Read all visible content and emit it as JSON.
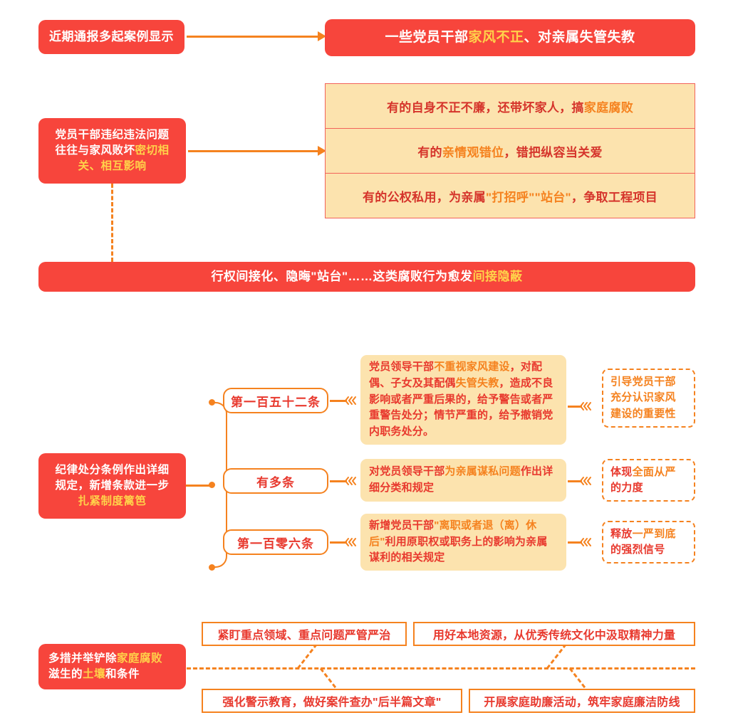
{
  "theme": {
    "red": "#F7453C",
    "orange": "#F5821F",
    "yellow_highlight": "#FFD24A",
    "beige": "#FCE3AE",
    "dark_red_text": "#D5342B"
  },
  "section1": {
    "source_label": "近期通报多起案例显示",
    "banner": {
      "pre": "一些党员干部",
      "highlight": "家风不正",
      "post": "、对亲属失管失教"
    }
  },
  "section2": {
    "left_box": {
      "line1": "党员干部违纪违法问题",
      "line2": "往往与家风败坏",
      "highlight1": "密切相",
      "highlight2": "关、相互影响"
    },
    "items": [
      {
        "pre": "有的自身不正不廉，还带坏家人，搞",
        "highlight": "家庭腐败",
        "post": ""
      },
      {
        "pre": "有的",
        "highlight": "亲情观错位",
        "post": "，错把纵容当关爱"
      },
      {
        "pre": "有的公权私用，为亲属",
        "highlight": "\"打招呼\"\"站台\"",
        "post": "，争取工程项目"
      }
    ],
    "summary_banner": {
      "pre": "行权间接化、隐晦\"站台\"……这类腐败行为愈发",
      "highlight": "间接隐蔽",
      "post": ""
    }
  },
  "section3": {
    "left_box": {
      "line1": "纪律处分条例作出详细",
      "line2": "规定，新增条款进一步",
      "highlight": "扎紧制度篱笆"
    },
    "rows": [
      {
        "article": "第一百五十二条",
        "detail_pre": "党员领导干部",
        "detail_hl1": "不重视家风建设",
        "detail_mid": "，对配偶、子女及其配偶",
        "detail_hl2": "失管失教",
        "detail_post": "，造成不良影响或者严重后果的，给予警告或者严重警告处分；情节严重的，给予撤销党内职务处分。",
        "outcome_pre": "引导党员干部充分认识家风建设的重要性",
        "outcome_hl": "",
        "outcome_post": ""
      },
      {
        "article": "有多条",
        "detail_pre": "对党员领导干部",
        "detail_hl1": "为亲属谋私问题",
        "detail_mid": "作出详细分类和规定",
        "detail_hl2": "",
        "detail_post": "",
        "outcome_pre": "体现",
        "outcome_hl": "全面从严",
        "outcome_post": "的力度"
      },
      {
        "article": "第一百零六条",
        "detail_pre": "新增党员干部",
        "detail_hl1": "\"离职或者退（离）休后\"",
        "detail_mid": "利用原职权或职务上的影响为亲属谋利的相关规定",
        "detail_hl2": "",
        "detail_post": "",
        "outcome_pre": "释放",
        "outcome_hl": "一严到底",
        "outcome_post": "的强烈信号"
      }
    ]
  },
  "section4": {
    "left_box": {
      "line1_pre": "多措并举铲除",
      "line1_hl": "家庭腐败",
      "line2_pre": "滋生的",
      "line2_hl": "土壤",
      "line2_post": "和条件"
    },
    "measures": [
      {
        "pre": "紧盯",
        "hl": "重点领域、重点问题",
        "post": "严管严治",
        "post_hl": true
      },
      {
        "pre": "用好",
        "hl": "本地资源",
        "post": "，从优秀传统文化中汲取",
        "post_hl": false,
        "tail": "精神力量"
      },
      {
        "pre": "强化",
        "hl": "警示教育",
        "post": "，做好案件查办",
        "tail": "\"后半篇文章\""
      },
      {
        "pre": "开展",
        "hl": "家庭助廉活动",
        "post": "，筑牢家庭廉洁防线",
        "tail": ""
      }
    ],
    "measure_labels": [
      "紧盯重点领域、重点问题严管严治",
      "用好本地资源，从优秀传统文化中汲取精神力量",
      "强化警示教育，做好案件查办\"后半篇文章\"",
      "开展家庭助廉活动，筑牢家庭廉洁防线"
    ]
  }
}
